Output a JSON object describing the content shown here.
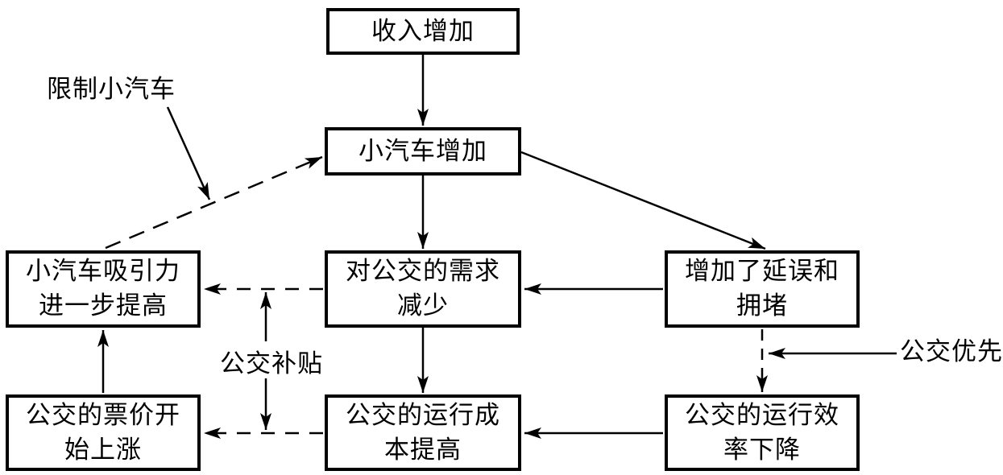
{
  "nodes": {
    "income": {
      "label": "收入增加"
    },
    "cars": {
      "label": "小汽车增加"
    },
    "car_attractiveness": {
      "label": "小汽车吸引力\n进一步提高"
    },
    "transit_demand": {
      "label": "对公交的需求\n减少"
    },
    "delays": {
      "label": "增加了延误和\n拥堵"
    },
    "fares": {
      "label": "公交的票价开\n始上涨"
    },
    "operating_cost": {
      "label": "公交的运行成\n本提高"
    },
    "efficiency": {
      "label": "公交的运行效\n率下降"
    }
  },
  "annotations": {
    "restrict_cars": "限制小汽车",
    "bus_subsidy": "公交补贴",
    "bus_priority": "公交优先"
  },
  "edges": [
    {
      "from": "收入增加",
      "to": "小汽车增加",
      "style": "solid"
    },
    {
      "from": "小汽车增加",
      "to": "对公交的需求减少",
      "style": "solid"
    },
    {
      "from": "小汽车增加",
      "to": "增加了延误和拥堵",
      "style": "solid"
    },
    {
      "from": "增加了延误和拥堵",
      "to": "对公交的需求减少",
      "style": "solid"
    },
    {
      "from": "对公交的需求减少",
      "to": "公交的运行成本提高",
      "style": "solid"
    },
    {
      "from": "对公交的需求减少",
      "to": "小汽车吸引力进一步提高",
      "style": "dashed"
    },
    {
      "from": "小汽车吸引力进一步提高",
      "to": "小汽车增加",
      "style": "dashed"
    },
    {
      "from": "增加了延误和拥堵",
      "to": "公交的运行效率下降",
      "style": "dashed"
    },
    {
      "from": "公交的运行效率下降",
      "to": "公交的运行成本提高",
      "style": "solid"
    },
    {
      "from": "公交的运行成本提高",
      "to": "公交的票价开始上涨",
      "style": "dashed"
    },
    {
      "from": "公交的票价开始上涨",
      "to": "小汽车吸引力进一步提高",
      "style": "solid"
    },
    {
      "from": "限制小汽车",
      "to": "小汽车吸引力进一步提高→小汽车增加",
      "style": "solid"
    },
    {
      "from": "公交补贴",
      "to": "对公交的需求减少→小汽车吸引力进一步提高",
      "style": "solid"
    },
    {
      "from": "公交补贴",
      "to": "公交的运行成本提高→公交的票价开始上涨",
      "style": "solid"
    },
    {
      "from": "公交优先",
      "to": "增加了延误和拥堵→公交的运行效率下降",
      "style": "solid"
    }
  ],
  "colors": {
    "background": "#ffffff",
    "line": "#000000",
    "box_border": "#000000",
    "text": "#000000"
  }
}
